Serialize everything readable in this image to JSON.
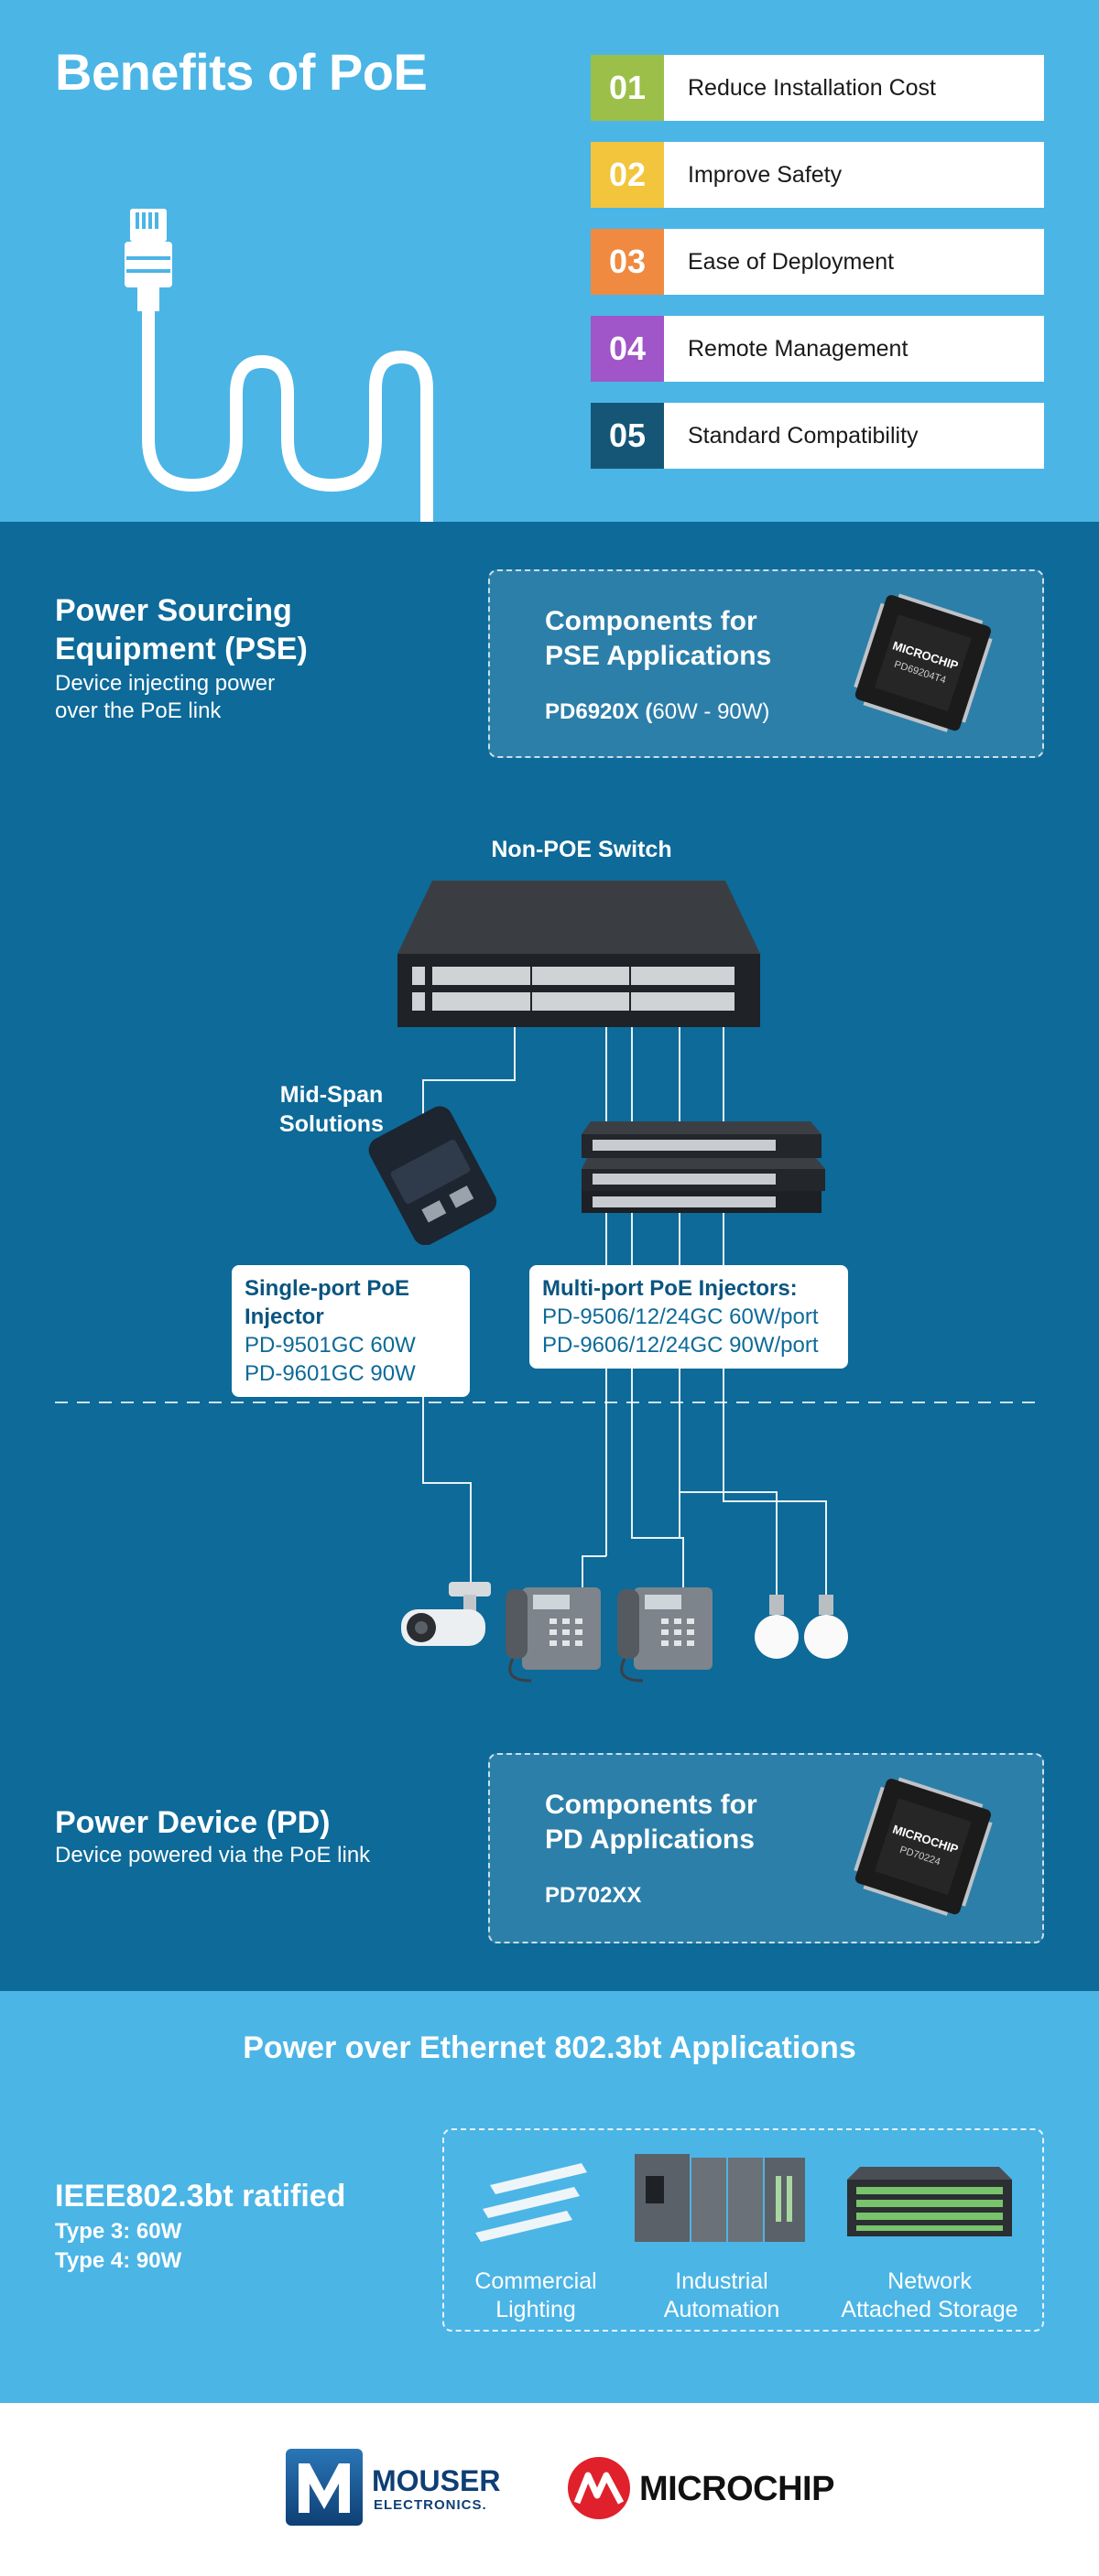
{
  "title": "Benefits of PoE",
  "benefits": [
    {
      "num": "01",
      "label": "Reduce Installation Cost",
      "color": "#9bbf48"
    },
    {
      "num": "02",
      "label": "Improve Safety",
      "color": "#f2c53d"
    },
    {
      "num": "03",
      "label": "Ease of Deployment",
      "color": "#f08a40"
    },
    {
      "num": "04",
      "label": "Remote Management",
      "color": "#a055c8"
    },
    {
      "num": "05",
      "label": "Standard Compatibility",
      "color": "#155677"
    }
  ],
  "pse": {
    "title_line1": "Power Sourcing",
    "title_line2": "Equipment (PSE)",
    "desc_line1": "Device injecting power",
    "desc_line2": "over the PoE link",
    "components_line1": "Components for",
    "components_line2": "PSE Applications",
    "part": "PD6920X (",
    "part_range": "60W - 90W)",
    "chip_brand": "MICROCHIP",
    "chip_model": "PD69204T4"
  },
  "diagram": {
    "switch_label": "Non-POE Switch",
    "midspan_line1": "Mid-Span",
    "midspan_line2": "Solutions",
    "single_title": "Single-port PoE Injector",
    "single_1": "PD-9501GC 60W",
    "single_2": "PD-9601GC 90W",
    "multi_title": "Multi-port PoE Injectors:",
    "multi_1": "PD-9506/12/24GC 60W/port",
    "multi_2": "PD-9606/12/24GC 90W/port"
  },
  "pd": {
    "title": "Power Device (PD)",
    "desc": "Device powered via the PoE link",
    "components_line1": "Components for",
    "components_line2": "PD Applications",
    "part": "PD702XX",
    "chip_brand": "MICROCHIP",
    "chip_model": "PD70224"
  },
  "apps": {
    "title": "Power over Ethernet 802.3bt Applications",
    "ieee_title": "IEEE802.3bt ratified",
    "type3": "Type 3:  60W",
    "type4": "Type 4:  90W",
    "items": [
      {
        "line1": "Commercial",
        "line2": "Lighting"
      },
      {
        "line1": "Industrial",
        "line2": "Automation"
      },
      {
        "line1": "Network",
        "line2": "Attached Storage"
      }
    ]
  },
  "footer": {
    "mouser_1": "MOUSER",
    "mouser_2": "ELECTRONICS.",
    "microchip": "MICROCHIP"
  },
  "colors": {
    "light_blue": "#4bb5e6",
    "dark_blue": "#0d6a99"
  }
}
